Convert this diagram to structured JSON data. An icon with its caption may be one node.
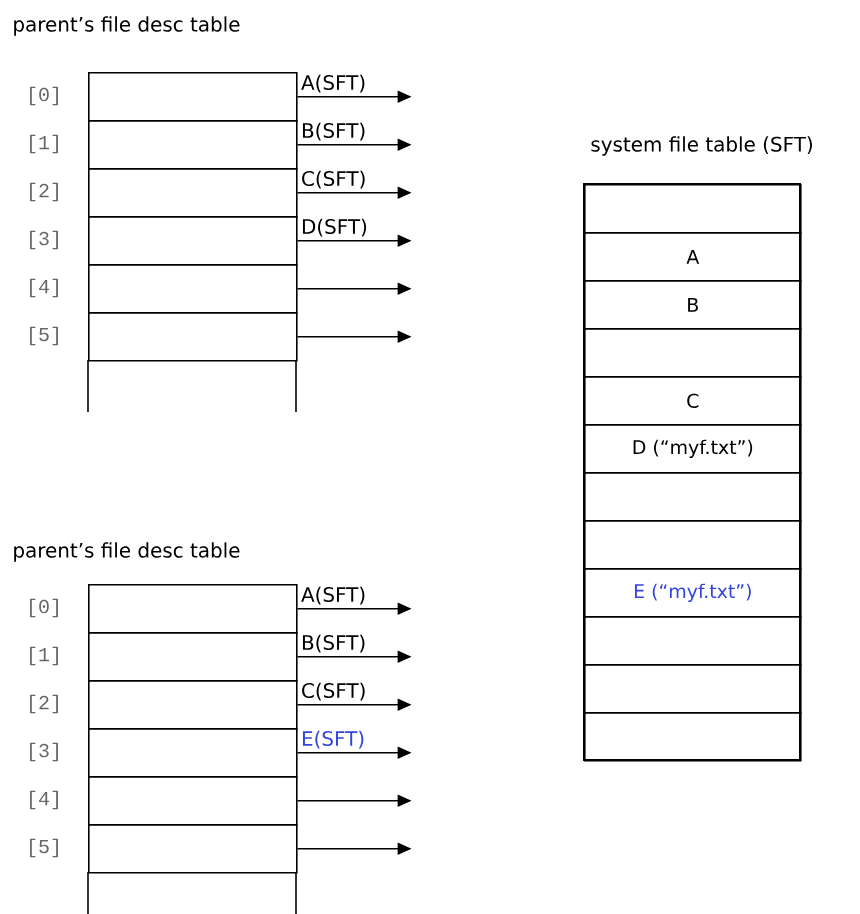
{
  "diagram": {
    "nodes": [
      {
        "text": [
          "parent’s file desc table"
        ]
      },
      {
        "text": [],
        "shape": "box",
        "in": 0,
        "beside": [
          "[0]"
        ]
      },
      {
        "text": [],
        "shape": "box",
        "in": 0,
        "beside": [
          "[1]"
        ]
      },
      {
        "text": [],
        "shape": "box",
        "in": 0,
        "beside": [
          "[2]"
        ]
      },
      {
        "text": [],
        "shape": "box",
        "in": 0,
        "beside": [
          "[3]"
        ]
      },
      {
        "text": [],
        "shape": "box",
        "in": 0,
        "beside": [
          "[4]"
        ]
      },
      {
        "text": [],
        "shape": "box",
        "in": 0,
        "beside": [
          "[5]"
        ]
      },
      {
        "text": [
          "system file table (SFT)"
        ]
      },
      {
        "text": [],
        "shape": "box",
        "in": 7
      },
      {
        "text": [
          "A"
        ],
        "in": 7
      },
      {
        "text": [
          "B"
        ],
        "in": 7
      },
      {
        "text": [],
        "shape": "box",
        "in": 7
      },
      {
        "text": [
          "C"
        ],
        "in": 7
      },
      {
        "text": [
          "D (“myf.txt”)"
        ],
        "in": 7
      },
      {
        "text": [],
        "shape": "box",
        "in": 7
      },
      {
        "text": [],
        "shape": "box",
        "in": 7
      },
      {
        "text": [
          "E (“myf.txt”)"
        ],
        "in": 7
      },
      {
        "text": [],
        "shape": "box",
        "in": 7
      },
      {
        "text": [],
        "shape": "box",
        "in": 7
      },
      {
        "text": [],
        "shape": "box",
        "in": 7
      },
      {
        "text": [
          "parent’s file desc table"
        ]
      },
      {
        "text": [],
        "shape": "box",
        "in": 20,
        "beside": [
          "[0]"
        ]
      },
      {
        "text": [],
        "shape": "box",
        "in": 20,
        "beside": [
          "[1]"
        ]
      },
      {
        "text": [],
        "shape": "box",
        "in": 20,
        "beside": [
          "[2]"
        ]
      },
      {
        "text": [],
        "shape": "box",
        "in": 20,
        "beside": [
          "[3]"
        ]
      },
      {
        "text": [],
        "shape": "box",
        "in": 20,
        "beside": [
          "[4]"
        ]
      },
      {
        "text": [],
        "shape": "box",
        "in": 20,
        "beside": [
          "[5]"
        ]
      }
    ],
    "edges": [
      {
        "from": 1,
        "to": null,
        "arrow": "to",
        "label": "A(SFT)"
      },
      {
        "from": 2,
        "to": null,
        "arrow": "to",
        "label": "B(SFT)"
      },
      {
        "from": 3,
        "to": null,
        "arrow": "to",
        "label": "C(SFT)"
      },
      {
        "from": 4,
        "to": null,
        "arrow": "to",
        "label": "D(SFT)"
      },
      {
        "from": 5,
        "to": null,
        "arrow": "to"
      },
      {
        "from": 6,
        "to": null,
        "arrow": "to"
      },
      {
        "from": 21,
        "to": null,
        "arrow": "to",
        "label": "A(SFT)"
      },
      {
        "from": 22,
        "to": null,
        "arrow": "to",
        "label": "B(SFT)"
      },
      {
        "from": 23,
        "to": null,
        "arrow": "to",
        "label": "C(SFT)"
      },
      {
        "from": 24,
        "to": null,
        "arrow": "to",
        "label": "E(SFT)"
      },
      {
        "from": 25,
        "to": null,
        "arrow": "to"
      },
      {
        "from": 26,
        "to": null,
        "arrow": "to"
      }
    ]
  }
}
